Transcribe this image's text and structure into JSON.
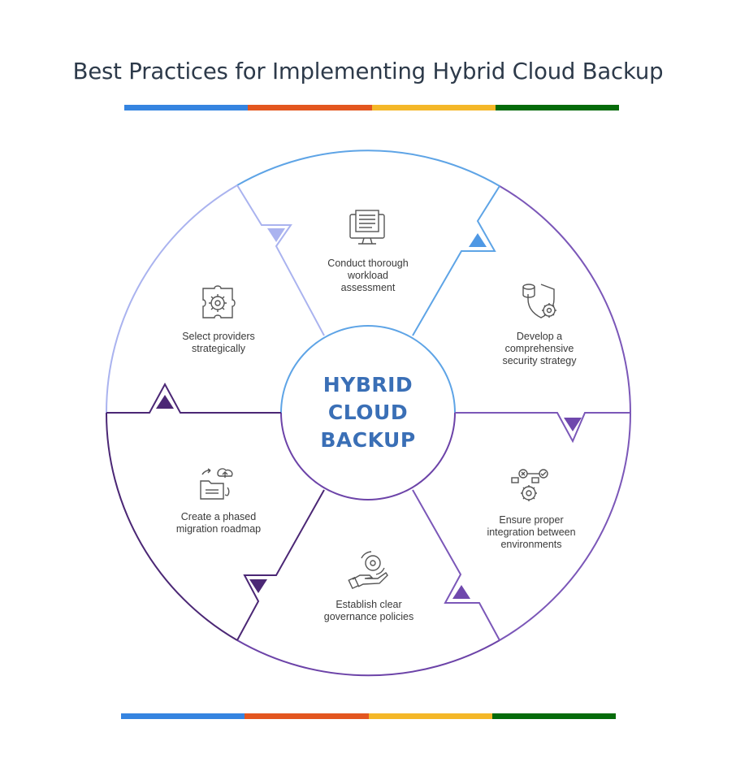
{
  "title": "Best Practices for Implementing Hybrid Cloud Backup",
  "center": {
    "lines": [
      "HYBRID",
      "CLOUD",
      "BACKUP"
    ],
    "color": "#3a6fb6"
  },
  "stripe_colors": [
    "#3584e0",
    "#e3561f",
    "#f4b728",
    "#056b0a"
  ],
  "steps": [
    {
      "label_lines": [
        "Conduct thorough",
        "workload",
        "assessment"
      ],
      "icon": "monitor-document-icon"
    },
    {
      "label_lines": [
        "Develop a",
        "comprehensive",
        "security strategy"
      ],
      "icon": "shield-gear-icon"
    },
    {
      "label_lines": [
        "Ensure proper",
        "integration between",
        "environments"
      ],
      "icon": "integration-gears-icon"
    },
    {
      "label_lines": [
        "Establish clear",
        "governance policies"
      ],
      "icon": "hand-gear-icon"
    },
    {
      "label_lines": [
        "Create a phased",
        "migration roadmap"
      ],
      "icon": "folder-cloud-sync-icon"
    },
    {
      "label_lines": [
        "Select providers",
        "strategically"
      ],
      "icon": "puzzle-gear-icon"
    }
  ],
  "colors": {
    "lavender": "#aab3ef",
    "blue": "#5ea4e6",
    "violet": "#7b57b8",
    "purple_mid": "#6c43a8",
    "purple_dark": "#4b2775",
    "icon_gray": "#555555"
  }
}
